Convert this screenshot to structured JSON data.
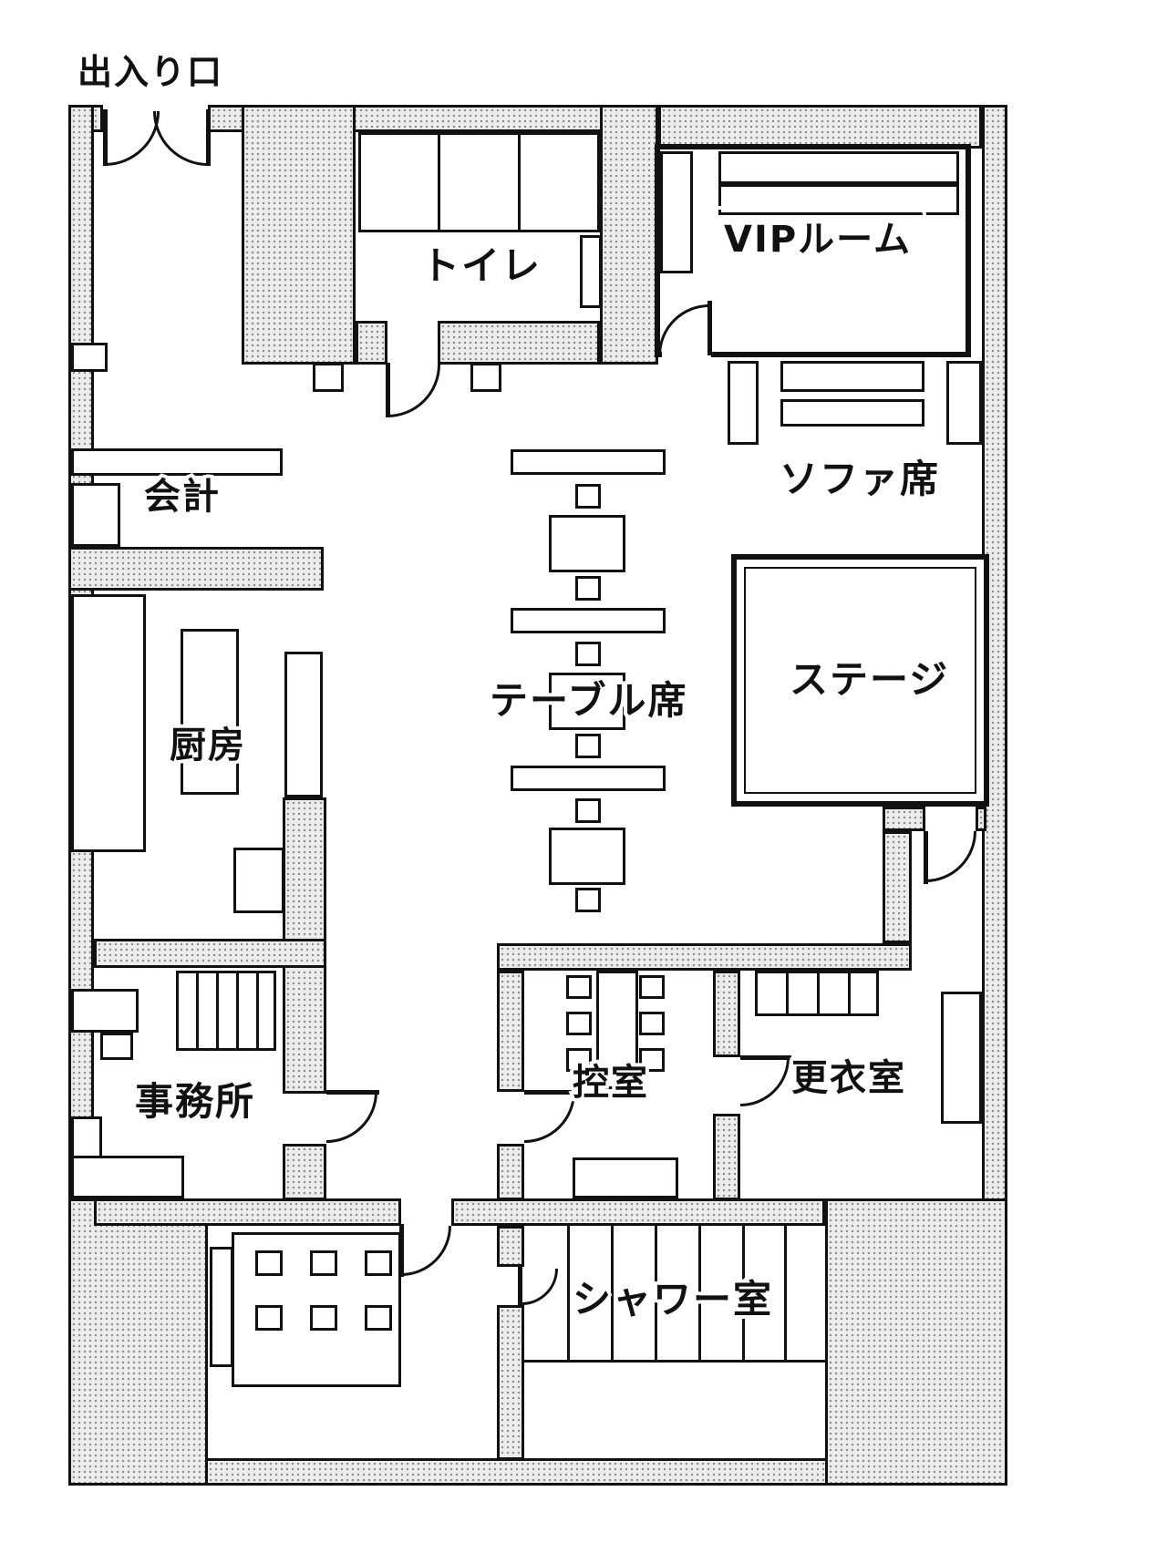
{
  "labels": {
    "entrance": "出入り口",
    "toilet": "トイレ",
    "vip_room": "VIPルーム",
    "cashier": "会計",
    "sofa_seats": "ソファ席",
    "table_seats": "テーブル席",
    "stage": "ステージ",
    "kitchen": "厨房",
    "office": "事務所",
    "waiting_room": "控室",
    "changing_room": "更衣室",
    "shower_room": "シャワー室"
  },
  "colors": {
    "ink": "#111111",
    "wall_fill": "#ececec",
    "wall_dot": "#8f8f8f",
    "background": "#ffffff"
  }
}
